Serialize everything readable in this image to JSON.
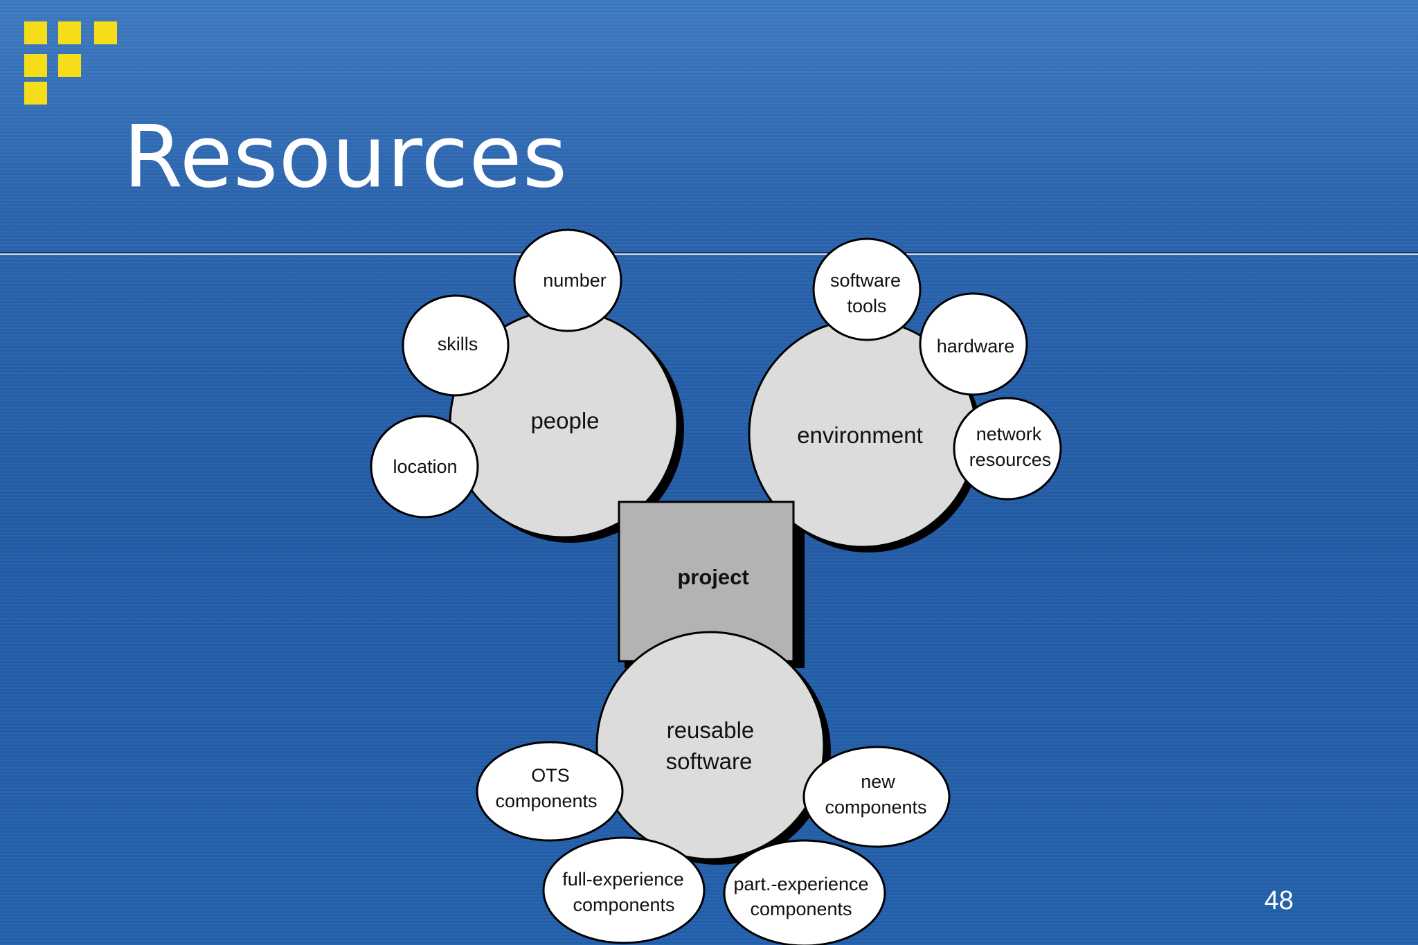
{
  "slide": {
    "title": "Resources",
    "page_number": "48"
  },
  "diagram": {
    "center": "project",
    "groups": {
      "people": {
        "label": "people",
        "items": {
          "number": "number",
          "skills": "skills",
          "location": "location"
        }
      },
      "environment": {
        "label": "environment",
        "items": {
          "software_tools": [
            "software",
            "tools"
          ],
          "hardware": "hardware",
          "network_resources": [
            "network",
            "resources"
          ]
        }
      },
      "reusable_software": {
        "label": [
          "reusable",
          "software"
        ],
        "items": {
          "ots": [
            "OTS",
            "components"
          ],
          "new": [
            "new",
            "components"
          ],
          "full_experience": [
            "full-experience",
            "components"
          ],
          "part_experience": [
            "part.-experience",
            "components"
          ]
        }
      }
    }
  },
  "colors": {
    "accent_yellow": "#f5de19",
    "circle_fill": "#dcdcdc",
    "center_fill": "#b3b3b3",
    "bubble_fill": "#ffffff"
  }
}
